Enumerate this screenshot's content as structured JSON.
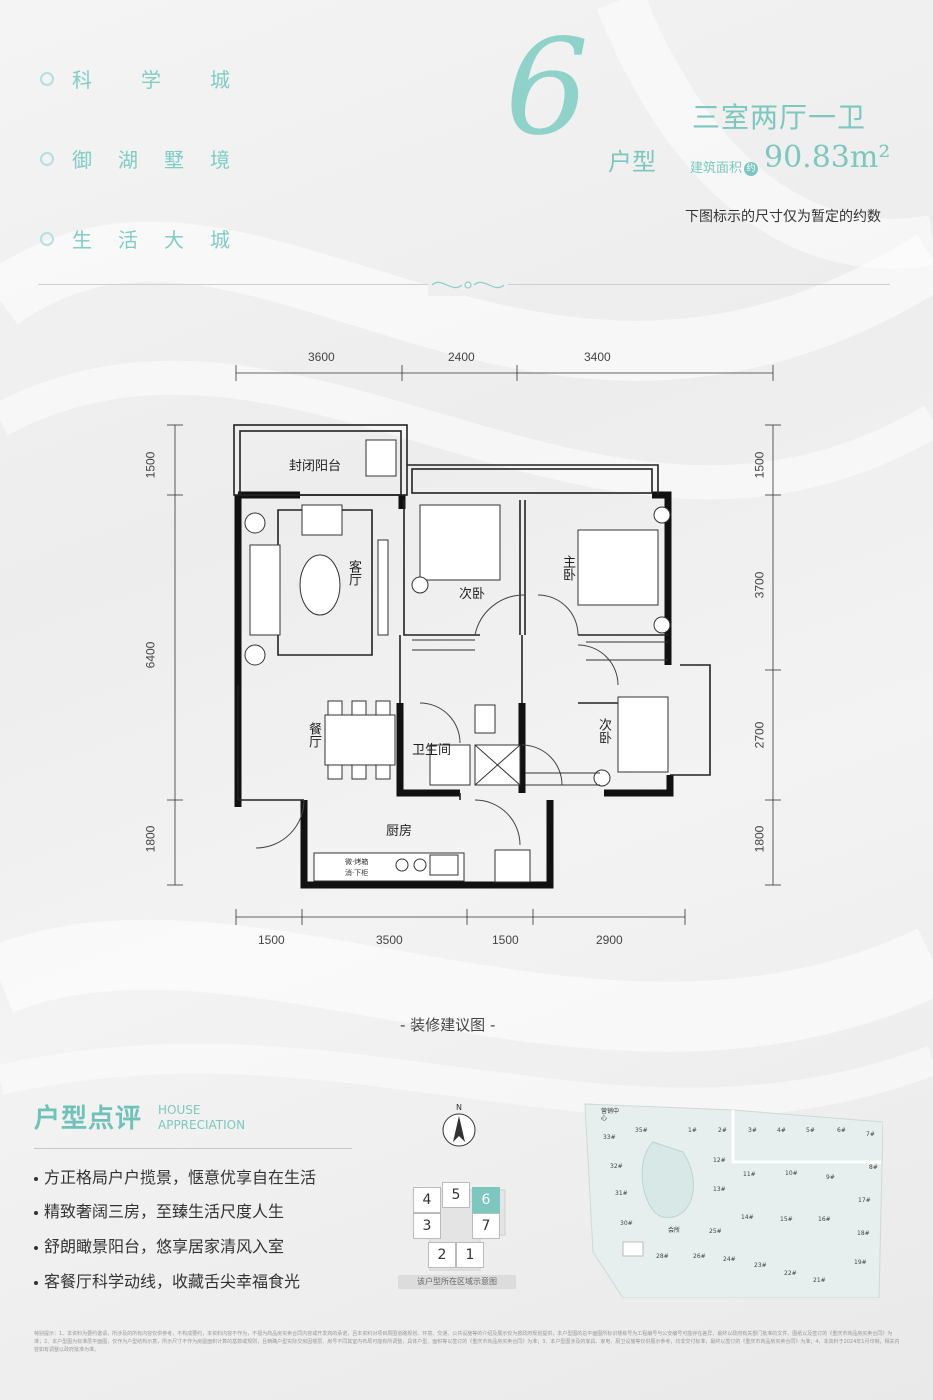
{
  "taglines": [
    "科　学　城",
    "御　湖　墅　境",
    "生　活　大　城"
  ],
  "type_number": "6",
  "type_suffix": "户型",
  "layout": "三室两厅一卫",
  "area_label": "建筑面积",
  "area_approx": "约",
  "area_value": "90.83m²",
  "dimension_note": "下图标示的尺寸仅为暂定的约数",
  "top_dims": [
    "3600",
    "2400",
    "3400"
  ],
  "bottom_dims": [
    "1500",
    "3500",
    "1500",
    "2900"
  ],
  "left_dims": [
    "1500",
    "6400",
    "1800"
  ],
  "right_dims": [
    "1500",
    "3700",
    "2700",
    "1800"
  ],
  "rooms": {
    "balcony": "封闭阳台",
    "living": "客厅",
    "dining": "餐厅",
    "second_bed_1": "次卧",
    "master_bed": "主卧",
    "second_bed_2": "次卧",
    "bath": "卫生间",
    "kitchen": "厨房"
  },
  "kitchen_appliance": "微·烤箱",
  "kitchen_appliance2": "消·下柜",
  "plan_caption": "- 装修建议图 -",
  "review": {
    "title": "户型点评",
    "title_en_1": "HOUSE",
    "title_en_2": "APPRECIATION",
    "points": [
      "方正格局户户揽景，惬意优享自在生活",
      "精致奢阔三房，至臻生活尺度人生",
      "舒朗瞰景阳台，悠享居家清风入室",
      "客餐厅科学动线，收藏舌尖幸福食光"
    ]
  },
  "compass_label": "N",
  "blocks": [
    "4",
    "5",
    "6",
    "3",
    "7",
    "2",
    "1"
  ],
  "block_caption": "该户型所在区域示意图",
  "site_labels": {
    "sales": "营销中心",
    "club": "会所",
    "buildings": [
      "1#",
      "2#",
      "3#",
      "4#",
      "5#",
      "6#",
      "7#",
      "8#",
      "9#",
      "10#",
      "11#",
      "12#",
      "13#",
      "14#",
      "15#",
      "16#",
      "17#",
      "18#",
      "19#",
      "21#",
      "22#",
      "23#",
      "24#",
      "25#",
      "26#",
      "28#",
      "30#",
      "31#",
      "32#",
      "33#",
      "35#"
    ]
  },
  "disclaimer": "特别提示：1、本资料为要约邀请，所涉及的所有内容仅供参考，不构成要约，本资料内容不作为，不视为商品房买卖合同内容或开发商的承诺，且本资料对项目周围道路规划、环境、交通、公共设施等的介绍及展示仅为按政府规划提供，本户型图的总平面图所标识楼栋号为工程编号与公安编号可能存在差异，最终以政府有关部门批准的文件、图纸以及签订的《重庆市商品房买卖合同》为准；2、本户型图为标准层平面图，仅作为户型结构示意，所示尺寸不作为房屋面积计算的基数或规则，且精确户型实际交房因楼层、房号不同其室内布局可能有所调整，具体户型、面积等以签订的《重庆市商品房买卖合同》为准；3、本户型图涉及的家具、家电、厨卫设施等仅供展示参考，均非交付标准，最终以签订的《重庆市商品房买卖合同》为准；4、本资料于2024年1月印制，相关内容如有调整以政府批准为准。",
  "colors": {
    "accent": "#7cc8bf",
    "wall": "#111111"
  }
}
